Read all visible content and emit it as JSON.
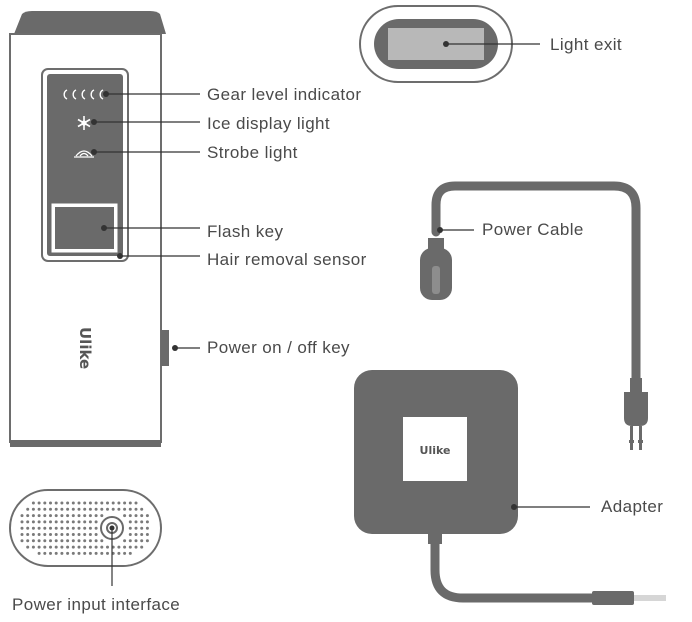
{
  "diagram": {
    "brand": "Ulike",
    "labels": {
      "light_exit": "Light exit",
      "gear_level_indicator": "Gear level indicator",
      "ice_display_light": "Ice display light",
      "strobe_light": "Strobe light",
      "flash_key": "Flash key",
      "hair_removal_sensor": "Hair removal sensor",
      "power_key": "Power on / off key",
      "power_cable": "Power Cable",
      "adapter": "Adapter",
      "power_input_interface": "Power input interface"
    },
    "gear_levels": 5,
    "colors": {
      "body_stroke": "#6d6d6d",
      "dark_fill": "#6a6a6a",
      "line": "#333333",
      "text": "#4a4a4a"
    }
  }
}
